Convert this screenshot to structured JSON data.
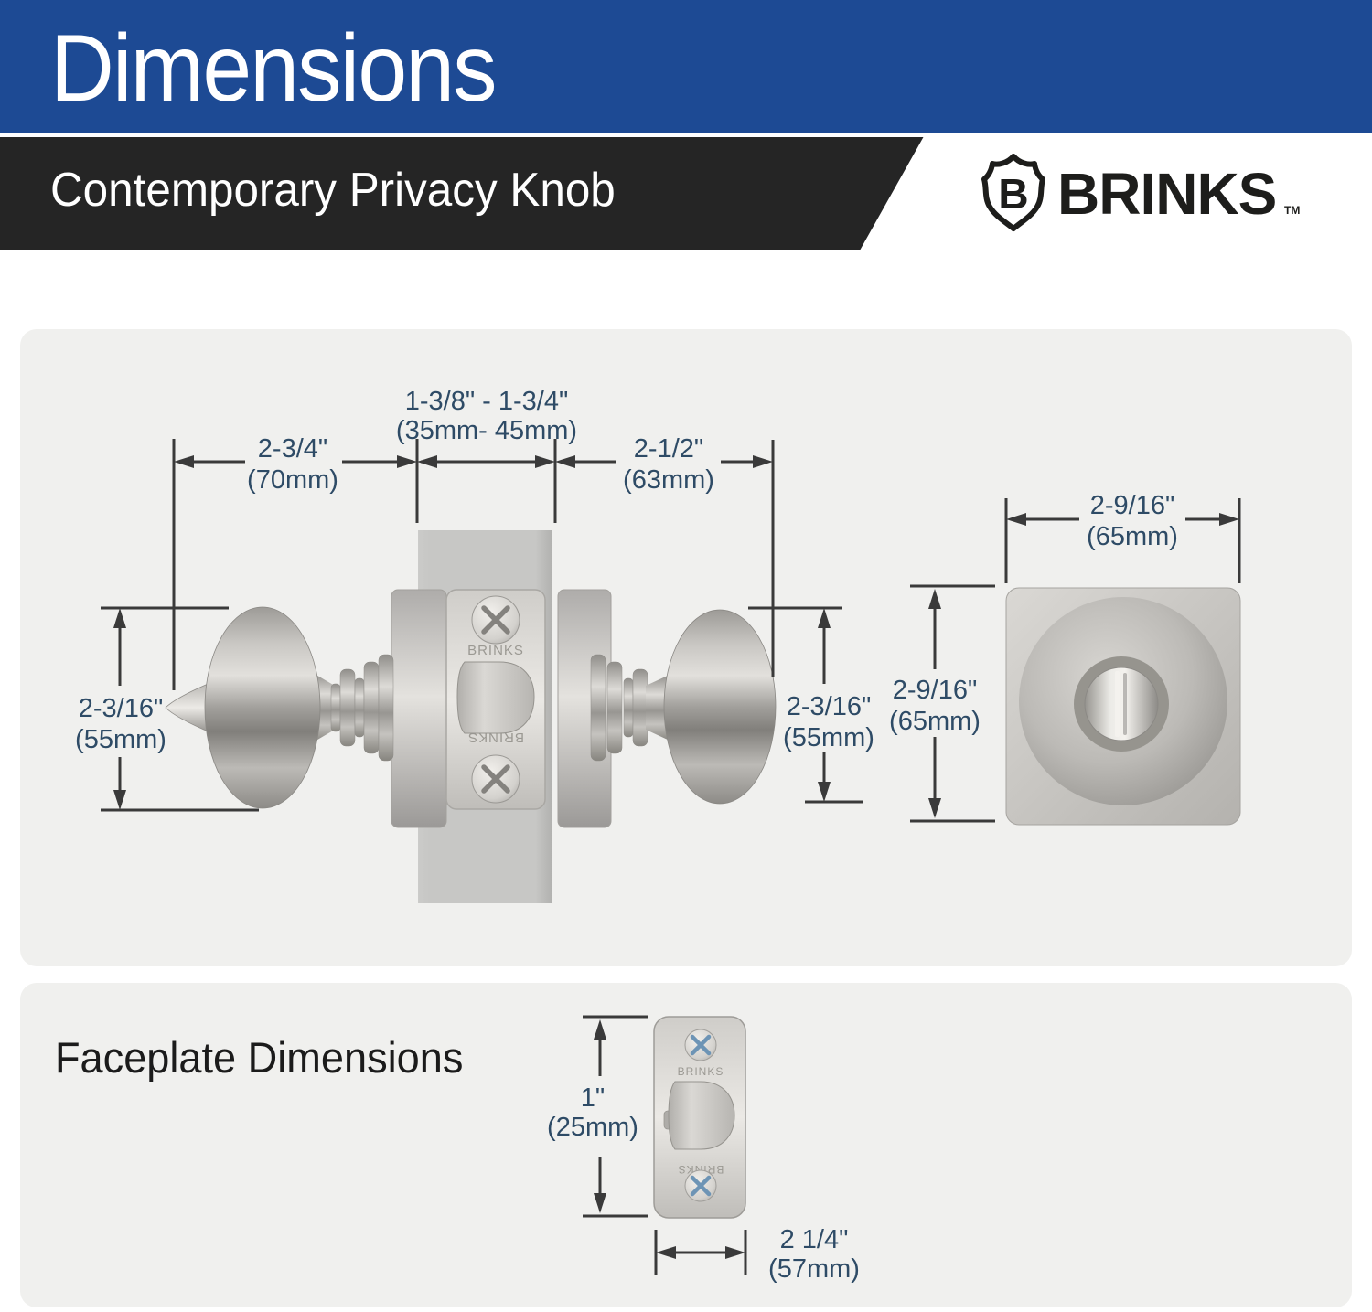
{
  "header": {
    "title": "Dimensions",
    "subtitle": "Contemporary Privacy Knob",
    "brand": {
      "name": "BRINKS",
      "tm": "TM",
      "badge_letter": "B"
    },
    "colors": {
      "banner_blue": "#1d4a94",
      "band_dark": "#252525",
      "brand_ink": "#1d1d1b"
    }
  },
  "diagram": {
    "panel_bg": "#f0f0ee",
    "line_color": "#3a3a3a",
    "text_color": "#2e4b66",
    "labels": {
      "backset": {
        "in": "1-3/8\" - 1-3/4\"",
        "mm": "(35mm- 45mm)"
      },
      "left_depth": {
        "in": "2-3/4\"",
        "mm": "(70mm)"
      },
      "right_depth": {
        "in": "2-1/2\"",
        "mm": "(63mm)"
      },
      "left_diameter": {
        "in": "2-3/16\"",
        "mm": "(55mm)"
      },
      "right_diameter": {
        "in": "2-3/16\"",
        "mm": "(55mm)"
      },
      "rose_width": {
        "in": "2-9/16\"",
        "mm": "(65mm)"
      },
      "rose_height": {
        "in": "2-9/16\"",
        "mm": "(65mm)"
      }
    },
    "latch_brand": "BRINKS"
  },
  "faceplate": {
    "heading": "Faceplate Dimensions",
    "labels": {
      "height": {
        "in": "1\"",
        "mm": "(25mm)"
      },
      "width": {
        "in": "2 1/4\"",
        "mm": "(57mm)"
      }
    },
    "plate_brand": "BRINKS"
  }
}
